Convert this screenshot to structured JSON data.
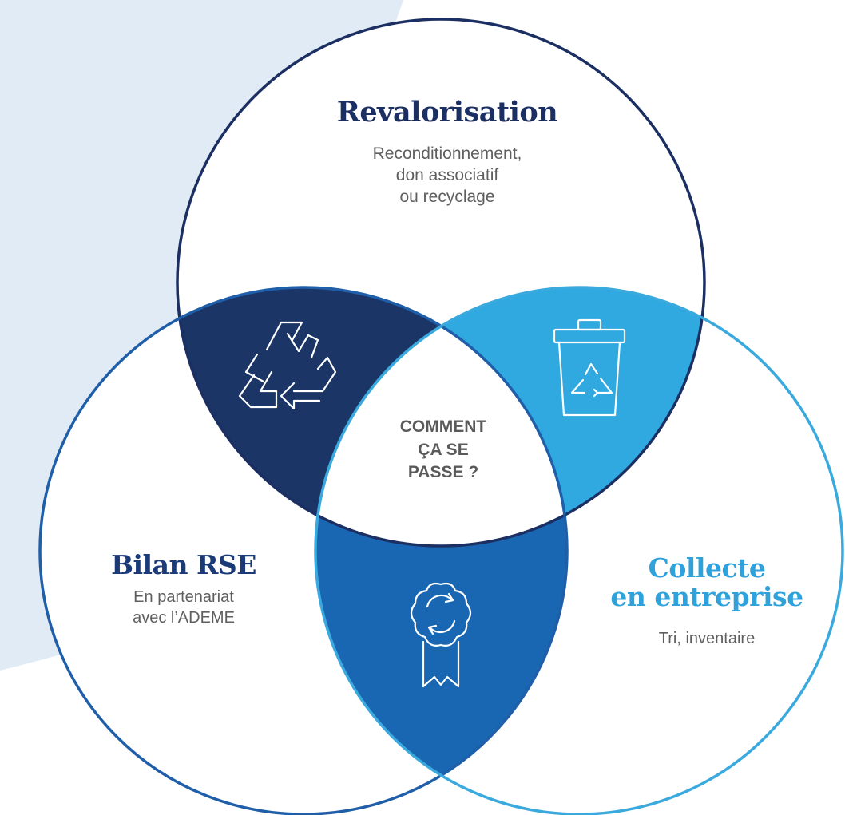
{
  "center": {
    "lines": [
      "COMMENT",
      "ÇA SE",
      "PASSE ?"
    ]
  },
  "circles": {
    "top": {
      "title": "Revalorisation",
      "description": [
        "Reconditionnement,",
        "don associatif",
        "ou recyclage"
      ]
    },
    "left": {
      "title": "Bilan RSE",
      "description": [
        "En partenariat",
        "avec l’ADEME"
      ]
    },
    "right": {
      "title_lines": [
        "Collecte",
        "en entreprise"
      ],
      "description": [
        "Tri, inventaire"
      ]
    }
  },
  "icons": {
    "top_left_lens": "recycle-arrows-icon",
    "top_right_lens": "recycling-bin-icon",
    "bottom_lens": "award-ribbon-refresh-icon"
  },
  "colors": {
    "background_shape": "#e1ebf5",
    "navy": "#1b3566",
    "light_blue": "#30a8e0",
    "medium_blue": "#1967b3",
    "top_outline": "#1b2f63",
    "left_outline": "#1f5ea8",
    "right_outline": "#3aa9de",
    "text_gray": "#5f5f5f"
  }
}
